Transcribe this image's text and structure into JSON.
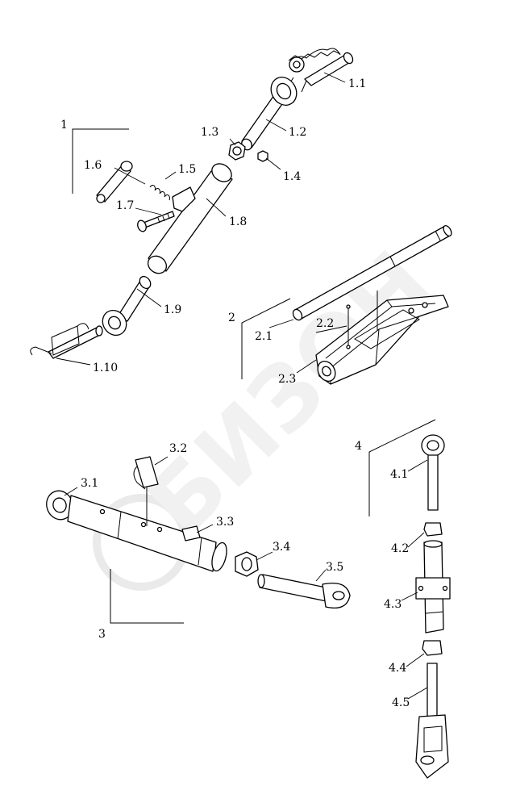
{
  "watermark": {
    "text": "БИЗОН"
  },
  "groups": [
    {
      "id": "1",
      "label": "1"
    },
    {
      "id": "2",
      "label": "2"
    },
    {
      "id": "3",
      "label": "3"
    },
    {
      "id": "4",
      "label": "4"
    }
  ],
  "callouts": {
    "p1_1": "1.1",
    "p1_2": "1.2",
    "p1_3": "1.3",
    "p1_4": "1.4",
    "p1_5": "1.5",
    "p1_6": "1.6",
    "p1_7": "1.7",
    "p1_8": "1.8",
    "p1_9": "1.9",
    "p1_10": "1.10",
    "p2_1": "2.1",
    "p2_2": "2.2",
    "p2_3": "2.3",
    "p3_1": "3.1",
    "p3_2": "3.2",
    "p3_3": "3.3",
    "p3_4": "3.4",
    "p3_5": "3.5",
    "p4_1": "4.1",
    "p4_2": "4.2",
    "p4_3": "4.3",
    "p4_4": "4.4",
    "p4_5": "4.5"
  }
}
